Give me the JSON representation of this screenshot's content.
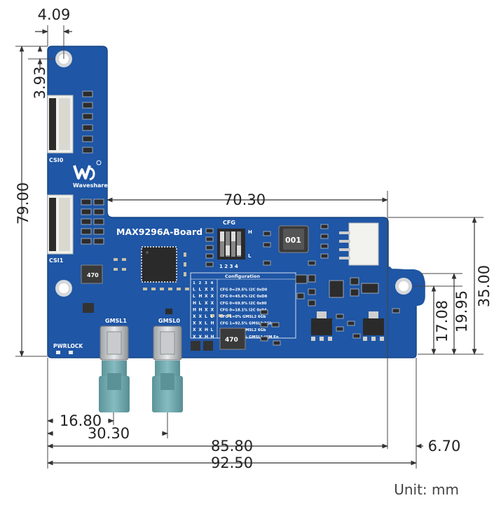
{
  "board": {
    "title": "MAX9296A-Board",
    "brand": "Waveshare",
    "labels": {
      "csi0": "CSI0",
      "csi1": "CSI1",
      "gmsl1": "GMSL1",
      "gmsl0": "GMSL0",
      "pwr": "PWR",
      "lock": "LOCK",
      "cfg": "CFG",
      "cfg_nums": "1 2 3 4",
      "sw_h": "H",
      "sw_l": "L",
      "inductor": "001",
      "ic_u": "470",
      "ic_l": "470"
    },
    "config_table": {
      "title": "Configuration",
      "header": [
        "1",
        "2",
        "3",
        "4"
      ],
      "rows": [
        [
          "L",
          "L",
          "X",
          "X",
          "CFG 0=29.5% I2C 0xD0"
        ],
        [
          "L",
          "H",
          "X",
          "X",
          "CFG 0=45.6% I2C 0xD8"
        ],
        [
          "H",
          "L",
          "X",
          "X",
          "CFG 0=69.9% I2C 0x90"
        ],
        [
          "H",
          "H",
          "X",
          "X",
          "CFG 0=18.1% I2C 0x94"
        ],
        [
          "X",
          "X",
          "L",
          "L",
          "CFG 1=0%    GMSL2 6Gb"
        ],
        [
          "X",
          "X",
          "L",
          "H",
          "CFG 1=92.5% GMSL2 3Gb"
        ],
        [
          "X",
          "X",
          "H",
          "L",
          "CFG 1=0%    GMSL2 6Gb"
        ],
        [
          "X",
          "X",
          "H",
          "H",
          "CFG 1=19.9% GMSL1 HIM En"
        ]
      ]
    }
  },
  "dimensions": {
    "top_offset": "4.09",
    "hole_offset_v": "3.93",
    "total_height": "79.00",
    "upper_width": "70.30",
    "right_height": "35.00",
    "right_mid": "19.95",
    "right_low": "17.08",
    "gmsl1_x": "16.80",
    "gmsl0_x": "30.30",
    "width_85": "85.80",
    "ear": "6.70",
    "total_width": "92.50"
  },
  "unit_label": "Unit: mm",
  "colors": {
    "pcb": "#1f56a5",
    "pcb_edge": "#1a4b93",
    "connector": "#f2f2ef",
    "coax": "#6fa8ad"
  }
}
